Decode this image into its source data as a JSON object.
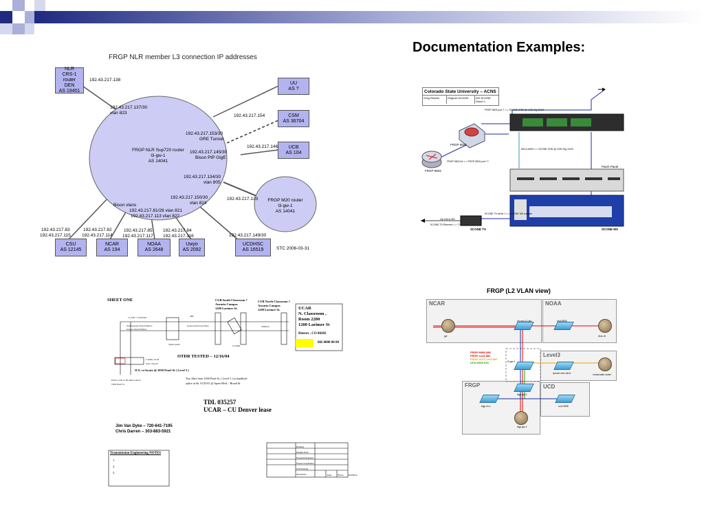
{
  "slide_title": "Documentation Examples:",
  "diagram1": {
    "title": "FRGP NLR member L3 connection IP addresses",
    "hub": {
      "lines": [
        "FRGP NLR Sup720 router",
        "l3-gw-1",
        "AS 14041"
      ]
    },
    "m20": {
      "lines": [
        "FRGP M20 router",
        "l3-gw-1",
        "AS 14041"
      ]
    },
    "nlr": {
      "lines": [
        "NLR",
        "CRS-1 router",
        "DEN",
        "AS 19401"
      ]
    },
    "uu": {
      "lines": [
        "UU",
        "AS ?"
      ]
    },
    "csm": {
      "lines": [
        "CSM",
        "AS 36704"
      ]
    },
    "ucb": {
      "lines": [
        "UCB",
        "AS 104"
      ]
    },
    "csu": {
      "lines": [
        "CSU",
        "AS 12145"
      ]
    },
    "ncar": {
      "lines": [
        "NCAR",
        "AS 194"
      ]
    },
    "noaa": {
      "lines": [
        "NOAA",
        "AS 2648"
      ]
    },
    "uwyo": {
      "lines": [
        "Uwyo",
        "AS 2092"
      ]
    },
    "ucdhsc": {
      "lines": [
        "UCDHSC",
        "AS 16519"
      ]
    },
    "labels": {
      "nlr_ip": "192.43.217.138",
      "nlr_hub_ip": "192.43.217.137/30",
      "nlr_vlan": "vlan 823",
      "csm_ip": "192.43.217.154",
      "gre_ip": "192.43.217.153/30",
      "gre": "GRE Tunnel",
      "ucb_ip": "192.43.217.146",
      "bison_ip": "192.43.217.145/30",
      "bison": "Bison PtP GigE",
      "m20_hub_ip": "192.43.217.134/30",
      "m20_vlan": "vlan 805",
      "m20_ip": "192.43.217.133",
      "uwyo_hub_ip": "192.43.217.150/30",
      "uwyo_vlan": "vlan 824",
      "bison_vlans": "Bison vlans",
      "vlan821": "192.43.217.81/28 vlan 821",
      "vlan822": "192.43.217.113 vlan 822",
      "csu_ip1": "192.43.217.83",
      "csu_ip2": "192.43.217.115",
      "ncar_ip1": "192.43.217.82",
      "ncar_ip2": "192.43.217.114",
      "noaa_ip1": "192.43.217.85",
      "noaa_ip2": "192.43.217.117",
      "uwyo_ip1": "192.43.217.84",
      "uwyo_ip2": "192.43.217.116",
      "ucdhsc_ip": "192.43.217.149/30",
      "stc": "STC 2006-03-31"
    }
  },
  "diagram2": {
    "header_title": "Colorado State University – ACNS",
    "header_cells": [
      "Greg Redder",
      "Original 10/24/05",
      "MS-SCONE Sheet 1"
    ],
    "frgp_6503_a": "FRGP 6503",
    "frgp_6503_b": "FRGP 6503",
    "patch_panel": "Patch Panel",
    "scone_ts": "SCONE TS",
    "scone_ms": "SCONE MS",
    "link_top": "FRGP 6503 port 7 <-> SCONE 3750 @ GOD Sig 10/23",
    "link_mid": "MS-lo-6509 <-> SCONE 3750 @ GOD Sig 10/23",
    "link_left": "FRGP 6503 #4 <-> FRGP 6503 port ??",
    "link_ts": "SCONE TS serial 1 <-> SCONE MS console",
    "link_b1": "Cip link to MS",
    "link_b2": "SCONE TS Ethernet <-> ???"
  },
  "diagram3": {
    "sheet": "SHEET ONE",
    "cub_south": [
      "CUB South Classroom ?",
      "Auraria Campus",
      "1200 Larimer St."
    ],
    "cub_north": [
      "CUB North Classroom ?",
      "Auraria Campus",
      "1200 Larimer St."
    ],
    "ucar": [
      "UCAR",
      "N. Classroom ,",
      "Room 2200",
      "1200 Larimer St"
    ],
    "denver": "Denver , CO 80202",
    "rr": "RR 0000 00 00",
    "otdr": "OTDR TESTED – 12/16/04",
    "icg": "ICG co-locate @ 1050 Pearl St ( Level 3 )",
    "two_fiber": "Two fiber from 1650 Pearl St. ( Level 3 ) to handhole",
    "splice": "splice at hh. UCD-01 @ Speer Blvd. / Broad St.",
    "tdl": "TDL 035257",
    "lease": "UCAR – CU Denver  lease",
    "contact1": "Jim Van Dyke – 720-641-7195",
    "contact2": "Chris Darren – 303-883-5921",
    "notes_title": "Transmission Engineering NOTES",
    "notes": [
      "1.",
      "2.",
      "3."
    ],
    "misc_a": "11,230' ± 3.343 km",
    "misc_b": "260'",
    "misc_c": "Yellowstone Violet/Yellow",
    "misc_d": "Green, Violet/Yellow",
    "misc_e": "Green and brown fiber",
    "misc_f": "Splice point",
    "misc_g": "Patch cords to NCAR location",
    "misc_h": "1050 Pearl St",
    "misc_i": "C-0001 24 62",
    "misc_j": "Zayo 24 pair",
    "misc_k": "Stimson",
    "misc_l": "Conduit",
    "tbl_rows": [
      "Drawing",
      "Parallel Final",
      "Prepared Engineer",
      "Project Coordinator",
      "Chk Drawing",
      "Operations",
      "Field Engineer"
    ],
    "tbl_foot": [
      "Date",
      "Phone",
      "Ref/Work"
    ]
  },
  "diagram4": {
    "title": "FRGP  (L2 VLAN view)",
    "ncar": "NCAR",
    "noaa": "NOAA",
    "level3": "Level3",
    "frgp": "FRGP",
    "ucd": "UCD",
    "legend": [
      {
        "label": "FRGP-NWN 880",
        "color": "#e00000"
      },
      {
        "label": "FRGP-Lev6 882",
        "color": "#e00000"
      },
      {
        "label": "FRGP-UCD-Lev3 882",
        "color": "#f0a000"
      },
      {
        "label": "UCD-6504 633",
        "color": "#1aa000"
      }
    ],
    "nodes": {
      "gw": "gw",
      "ml_noc": "ml-noc-c1-gw",
      "nsc": "nsd-6503",
      "noaa_r": "dsrc-rtr",
      "l3sw": "l3-gw-1",
      "ipcode": "ipcode-sw1.den1",
      "crossroads": "crossroads router",
      "frgp_gw_sw": "frgp-gw-1",
      "frgp_core": "frgp-cs-1",
      "frgp_ext": "frgp-ex-1",
      "ucd_sw": "ucd-3508",
      "frgp_rtr": "frgp-gw-1"
    }
  }
}
